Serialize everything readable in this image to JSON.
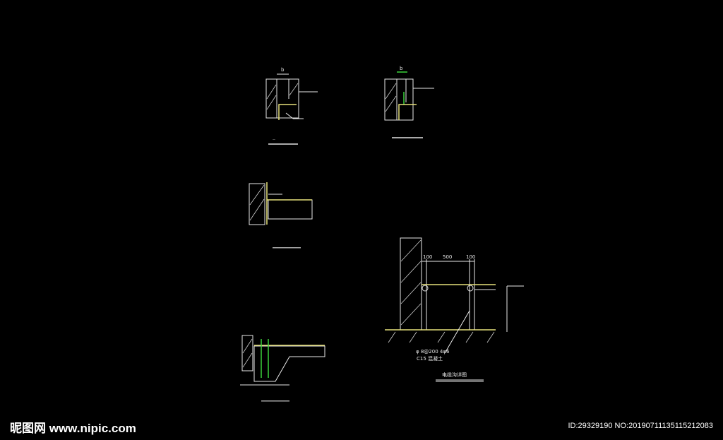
{
  "drawing": {
    "dim_labels": [
      "100",
      "500",
      "100"
    ],
    "detail_top_left_dim": "b",
    "detail_top_right_dim": "b",
    "rebar_note": "φ 8@200 4φ6",
    "concrete_note": "C15 混凝土",
    "main_title": "电缆沟详图"
  },
  "watermark": {
    "site": "昵图网 www.nipic.com",
    "id_text": "ID:29329190 NO:20190711135115212083"
  }
}
